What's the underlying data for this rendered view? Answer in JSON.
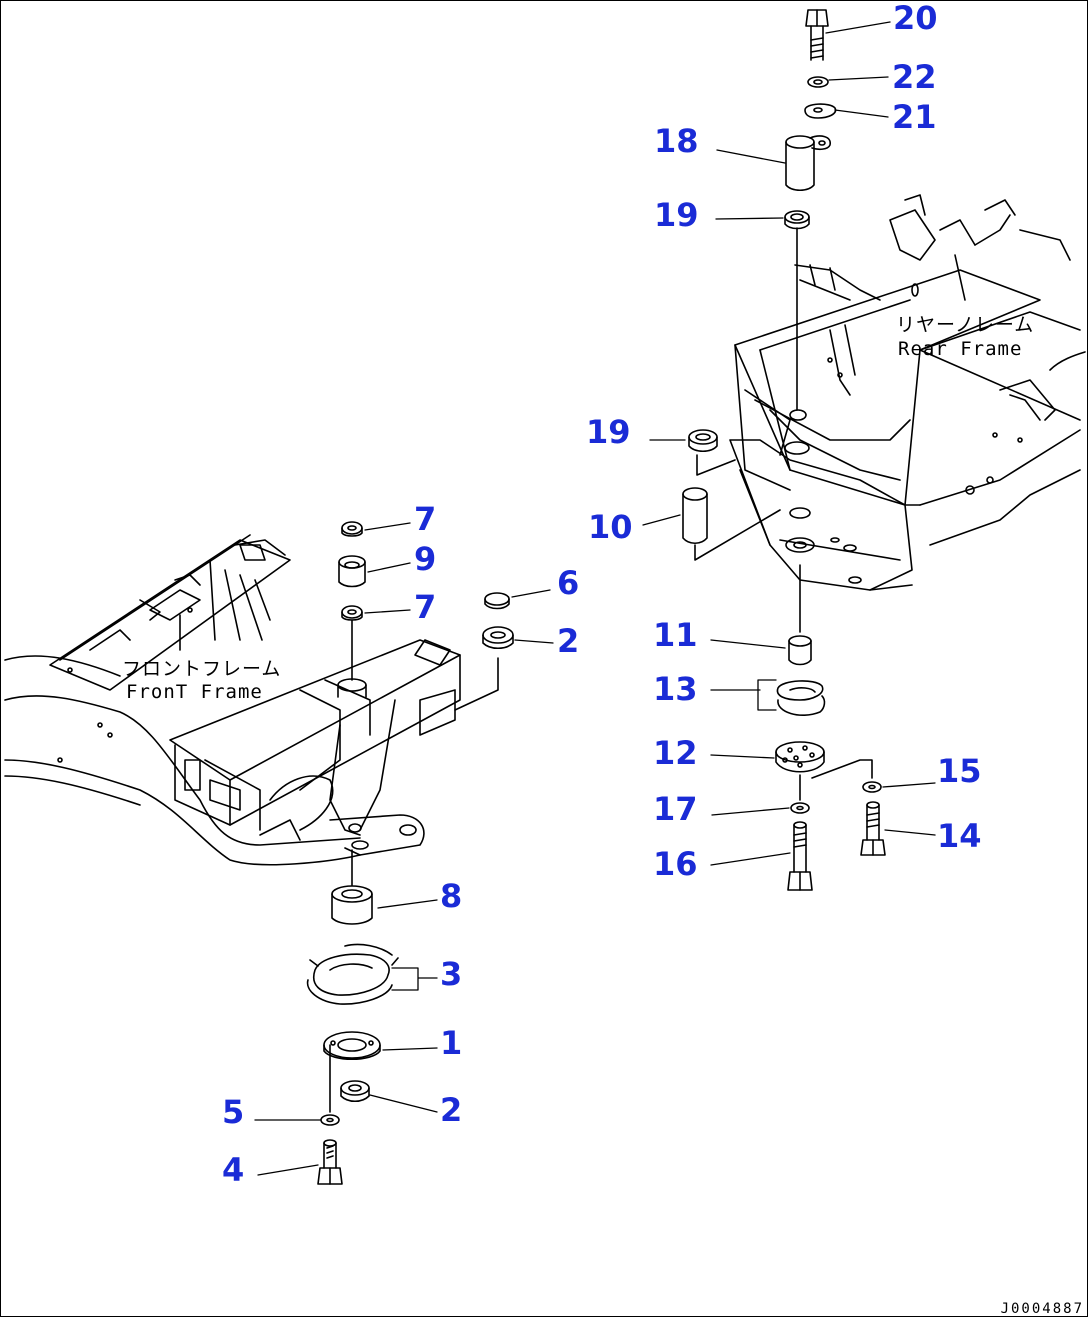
{
  "labels": {
    "front_frame_jp": "フロントフレーム",
    "front_frame_en": "FronT Frame",
    "rear_frame_jp": "リヤーノレーム",
    "rear_frame_en": "Rear Frame"
  },
  "callouts": [
    "20",
    "22",
    "21",
    "18",
    "19",
    "19",
    "10",
    "11",
    "13",
    "12",
    "15",
    "17",
    "14",
    "16",
    "7",
    "9",
    "7",
    "6",
    "2",
    "8",
    "3",
    "1",
    "2",
    "5",
    "4"
  ],
  "drawing_code": "J0004887",
  "colors": {
    "callout": "#1a2bd6",
    "line": "#000000"
  }
}
